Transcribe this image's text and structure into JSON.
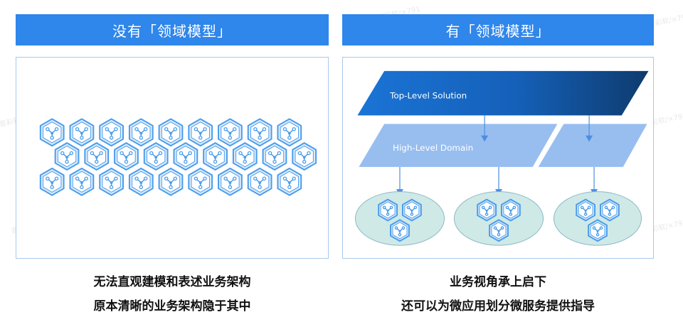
{
  "left": {
    "title": "没有「领域模型」",
    "caption_lines": [
      "无法直观建模和表述业务架构",
      "原本清晰的业务架构隐于其中"
    ]
  },
  "right": {
    "title": "有「领域模型」",
    "top_label": "Top-Level Solution",
    "mid_label": "High-Level Domain",
    "caption_lines": [
      "业务视角承上启下",
      "还可以为微应用划分微服务提供指导"
    ]
  },
  "watermark": "音彩软/×791",
  "colors": {
    "banner": "#2f86eb",
    "panel_border": "#a9c8ee",
    "hex_stroke": "#4a9cec",
    "hex_fill": "#ddecfb",
    "top_dark": "#0e3b6e",
    "top_light": "#1a74d6",
    "mid": "#8fb9ef",
    "ellipse_fill": "#cfe9e6",
    "ellipse_stroke": "#8bb8c9"
  },
  "icons": {
    "service": "hexagon-network-icon"
  }
}
